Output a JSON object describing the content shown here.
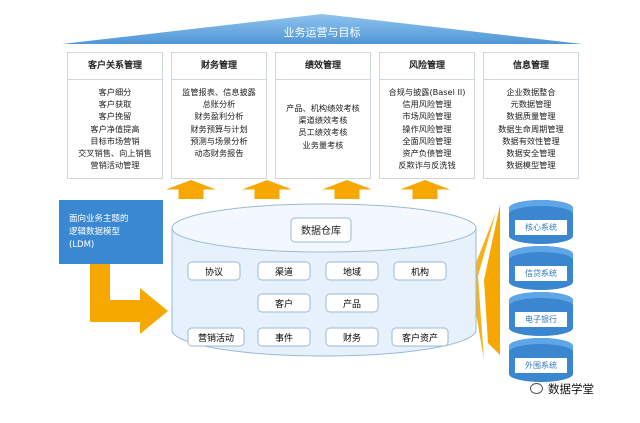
{
  "banner": {
    "text": "业务运营与目标"
  },
  "domains": [
    {
      "title": "客户关系管理",
      "items": [
        "客户细分",
        "客户获取",
        "客户挽留",
        "客户净值提高",
        "目标市场营销",
        "交叉销售、向上销售",
        "营销活动管理"
      ]
    },
    {
      "title": "财务管理",
      "items": [
        "监管报表、信息披露",
        "总账分析",
        "财务盈利分析",
        "财务预算与计划",
        "预测与场景分析",
        "动态财务报告"
      ]
    },
    {
      "title": "绩效管理",
      "items": [
        "产品、机构绩效考核",
        "渠道绩效考核",
        "员工绩效考核",
        "业务量考核"
      ]
    },
    {
      "title": "风险管理",
      "items": [
        "合规与披露(Basel II)",
        "信用风险管理",
        "市场风险管理",
        "操作风险管理",
        "全面风险管理",
        "资产负债管理",
        "反欺诈与反洗钱"
      ]
    },
    {
      "title": "信息管理",
      "items": [
        "企业数据整合",
        "元数据管理",
        "数据质量管理",
        "数据生命周期管理",
        "数据有效性管理",
        "数据安全管理",
        "数据模型管理"
      ]
    }
  ],
  "ldm": {
    "line1": "面向业务主题的",
    "line2": "逻辑数据模型",
    "line3": "(LDM)"
  },
  "warehouse": {
    "title": "数据仓库",
    "subjects": [
      "协议",
      "渠道",
      "地域",
      "机构",
      "客户",
      "产品",
      "营销活动",
      "事件",
      "财务",
      "客户资产"
    ]
  },
  "sources": [
    "核心系统",
    "信贷系统",
    "电子银行",
    "外围系统"
  ],
  "watermark": {
    "text": "数据学堂"
  },
  "colors": {
    "accent_blue": "#3a88d2",
    "arrow_orange": "#f6a800",
    "cylinder_fill": "#e6f1fb",
    "cylinder_stroke": "#9cb9d6"
  }
}
